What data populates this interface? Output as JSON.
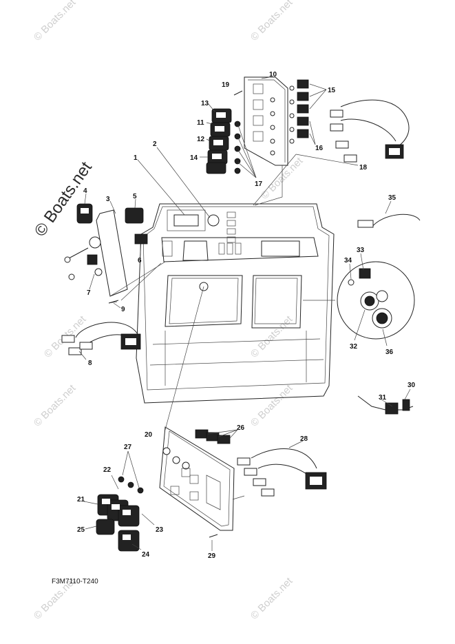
{
  "watermark": {
    "small": "© Boats.net",
    "large": "© Boats.net"
  },
  "diagram_code": "F3M7110-T240",
  "callouts": [
    "1",
    "2",
    "3",
    "4",
    "5",
    "6",
    "7",
    "8",
    "9",
    "10",
    "11",
    "12",
    "13",
    "14",
    "15",
    "16",
    "17",
    "18",
    "19",
    "20",
    "21",
    "22",
    "23",
    "24",
    "25",
    "26",
    "27",
    "28",
    "29",
    "30",
    "31",
    "32",
    "33",
    "34",
    "35",
    "36"
  ]
}
